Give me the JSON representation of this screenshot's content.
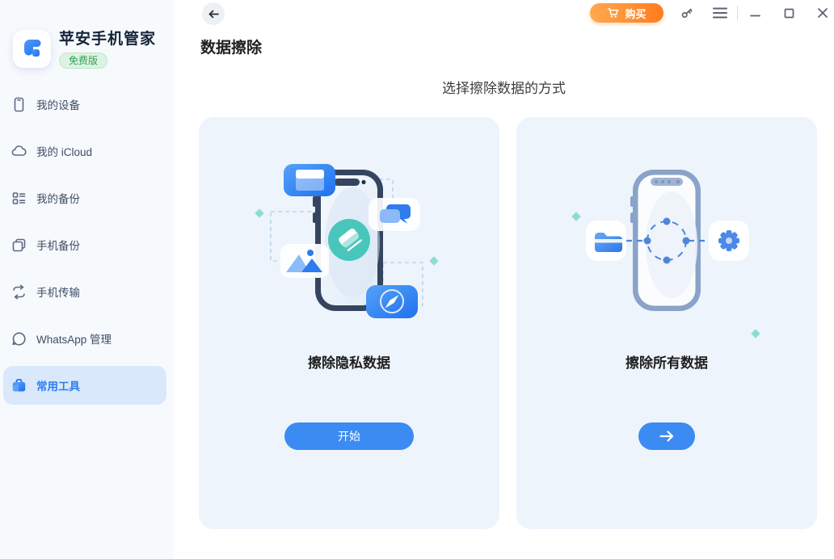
{
  "app": {
    "title": "苹安手机管家",
    "badge": "免费版"
  },
  "sidebar": {
    "items": [
      {
        "label": "我的设备",
        "icon": "device-icon",
        "selected": false
      },
      {
        "label": "我的 iCloud",
        "icon": "cloud-icon",
        "selected": false
      },
      {
        "label": "我的备份",
        "icon": "backup-list-icon",
        "selected": false
      },
      {
        "label": "手机备份",
        "icon": "phone-backup-icon",
        "selected": false
      },
      {
        "label": "手机传输",
        "icon": "transfer-icon",
        "selected": false
      },
      {
        "label": "WhatsApp 管理",
        "icon": "chat-bubble-icon",
        "selected": false
      },
      {
        "label": "常用工具",
        "icon": "toolbox-icon",
        "selected": true
      }
    ]
  },
  "topbar": {
    "back_icon": "back-arrow-icon",
    "buy_label": "购买",
    "buy_icon": "cart-icon",
    "icons": [
      "key-icon",
      "hamburger-menu-icon",
      "minimize-icon",
      "maximize-icon",
      "close-icon"
    ]
  },
  "page": {
    "title": "数据擦除",
    "subtitle": "选择擦除数据的方式"
  },
  "cards": [
    {
      "title": "擦除隐私数据",
      "action_label": "开始",
      "action_type": "text-button"
    },
    {
      "title": "擦除所有数据",
      "action_label": "",
      "action_type": "arrow-right-icon"
    }
  ],
  "colors": {
    "accent_blue": "#3b8bf2",
    "accent_orange": "#ff8c2e",
    "teal": "#49c6bb",
    "badge_green": "#2fa257",
    "sidebar_bg": "#f7fafd",
    "selected_bg": "#d9e8fa",
    "card_bg": "#eef4fb"
  }
}
